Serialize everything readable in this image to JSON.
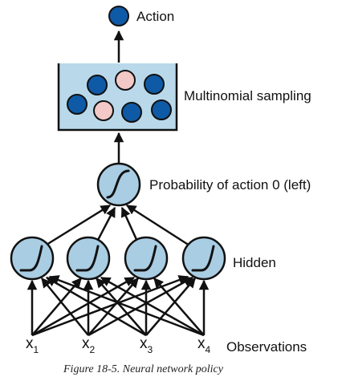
{
  "labels": {
    "action": "Action",
    "sampling": "Multinomial sampling",
    "probability": "Probability of action 0 (left)",
    "hidden": "Hidden",
    "observations": "Observations"
  },
  "inputs": [
    {
      "base": "x",
      "sub": "1"
    },
    {
      "base": "x",
      "sub": "2"
    },
    {
      "base": "x",
      "sub": "3"
    },
    {
      "base": "x",
      "sub": "4"
    }
  ],
  "caption": "Figure 18-5. Neural network policy",
  "colors": {
    "neuron_fill": "#a9cde3",
    "container_fill": "#b9d9ea",
    "dark_ball": "#0f5aa6",
    "light_ball": "#f2c9c7",
    "stroke": "#111111"
  },
  "sampling_balls": [
    "dark",
    "light",
    "dark",
    "dark",
    "light",
    "dark",
    "dark"
  ]
}
